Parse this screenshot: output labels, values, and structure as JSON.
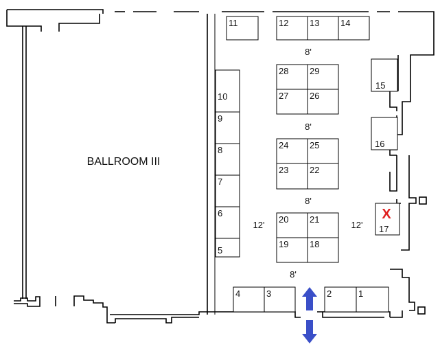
{
  "room_label": "BALLROOM III",
  "booths": [
    "1",
    "2",
    "3",
    "4",
    "5",
    "6",
    "7",
    "8",
    "9",
    "10",
    "11",
    "12",
    "13",
    "14",
    "15",
    "16",
    "17",
    "18",
    "19",
    "20",
    "21",
    "22",
    "23",
    "24",
    "25",
    "26",
    "27",
    "28",
    "29"
  ],
  "aisle_labels": [
    "8'",
    "8'",
    "8'",
    "8'",
    "12'",
    "12'"
  ],
  "marker": "X",
  "arrow_color": "#3a4fc8",
  "marker_color": "#e02020"
}
